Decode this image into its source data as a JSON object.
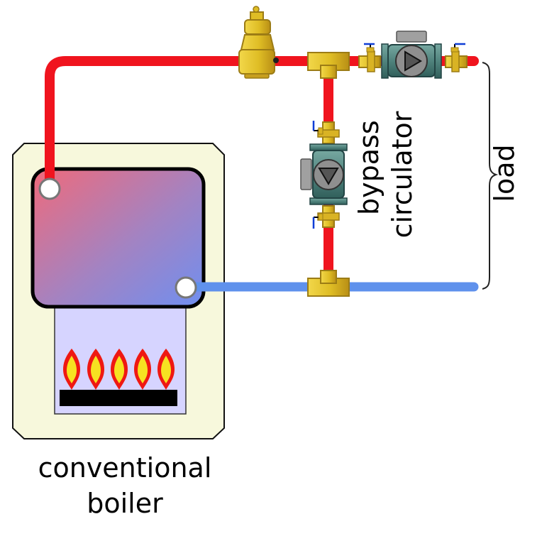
{
  "labels": {
    "boiler_line1": "conventional",
    "boiler_line2": "boiler",
    "bypass": "bypass",
    "circulator": "circulator",
    "load": "load"
  },
  "colors": {
    "hot_pipe": "#f0141e",
    "cold_pipe": "#5f91ec",
    "brass": "#e4c52d",
    "brass_dark": "#b28f12",
    "circulator_body": "#5f8f8b",
    "boiler_cabinet": "#f7f8dc",
    "exchanger_top": "#f06a7a",
    "exchanger_bottom": "#6f8ff0",
    "firebox": "#d6d4ff",
    "burner": "#000000",
    "flame_outer": "#ef1812",
    "flame_inner": "#f6e221"
  },
  "icons": [
    "air-separator-icon",
    "circulator-pump-icon",
    "ball-valve-icon",
    "tee-fitting-icon",
    "flame-icon",
    "brace-icon"
  ]
}
